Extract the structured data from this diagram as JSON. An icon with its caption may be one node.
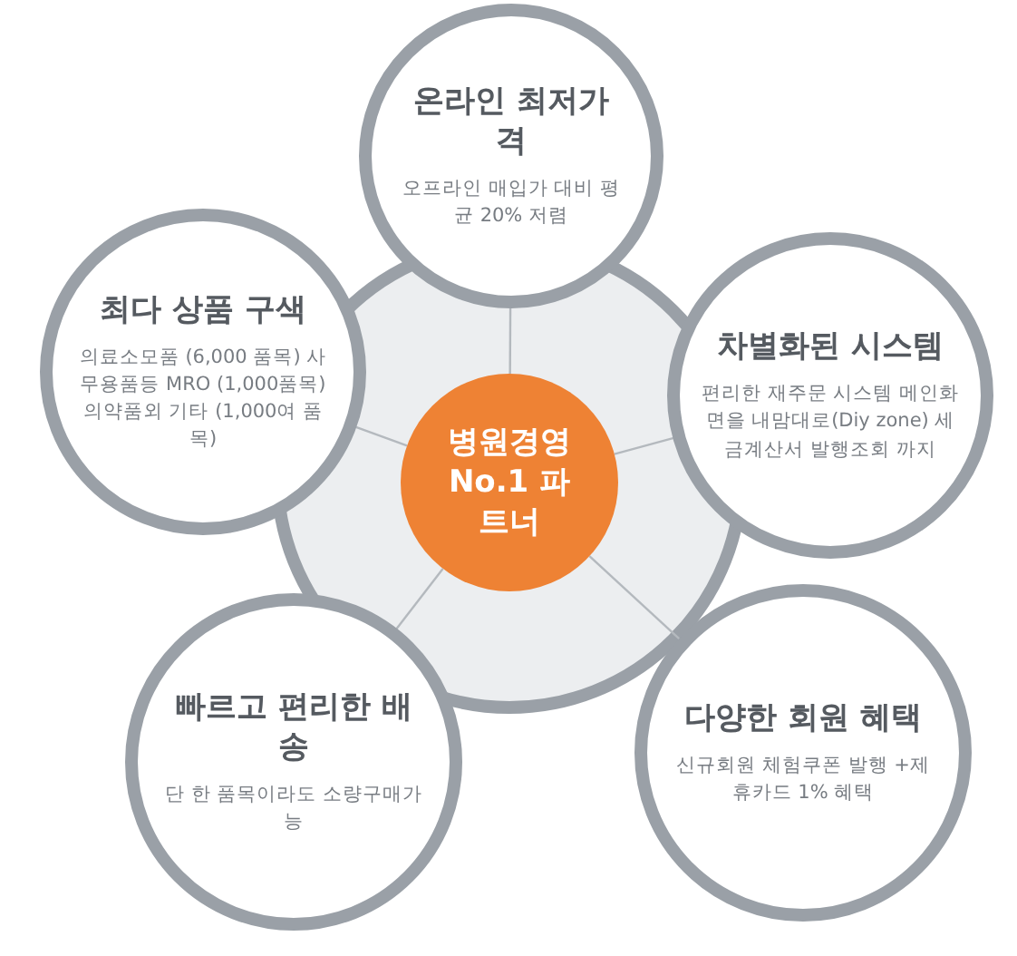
{
  "diagram": {
    "nodes": [
      {
        "text": [
          "병원경영 No.1 파트너"
        ]
      },
      {
        "text": [
          "온라인 최저가격",
          "오프라인 매입가 대비 평균 20% 저렴"
        ]
      },
      {
        "text": [
          "최다 상품 구색",
          "의료소모품 (6,000 품목) 사무용품등 MRO (1,000품목) 의약품외 기타 (1,000여 품목)"
        ]
      },
      {
        "text": [
          "차별화된 시스템",
          "편리한 재주문 시스템 메인화면을 내맘대로(Diy zone) 세금계산서 발행조회 까지"
        ]
      },
      {
        "text": [
          "빠르고 편리한 배송",
          "단 한 품목이라도 소량구매가능"
        ]
      },
      {
        "text": [
          "다양한 회원 혜택",
          "신규회원 체험쿠폰 발행 +제휴카드 1% 혜택"
        ]
      }
    ],
    "edges": [
      {
        "from": 0,
        "to": 1,
        "arrow": "none"
      },
      {
        "from": 0,
        "to": 2,
        "arrow": "none"
      },
      {
        "from": 0,
        "to": 3,
        "arrow": "none"
      },
      {
        "from": 0,
        "to": 4,
        "arrow": "none"
      },
      {
        "from": 0,
        "to": 5,
        "arrow": "none"
      }
    ]
  }
}
